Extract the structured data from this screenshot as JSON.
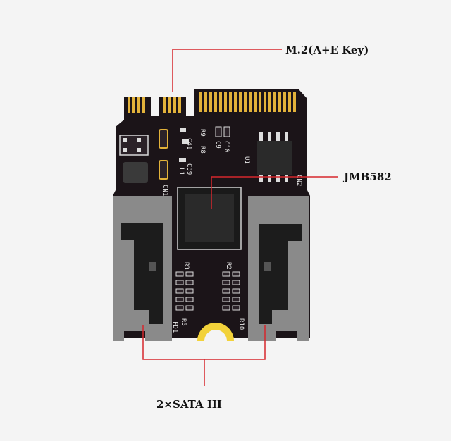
{
  "callouts": {
    "connector_label": "M.2(A+E Key)",
    "controller_label": "JMB582",
    "ports_label": "2×SATA III"
  },
  "silkscreen": {
    "u1": "U1",
    "r9": "R9",
    "r8": "R8",
    "c41": "C41",
    "c10": "C10",
    "c9": "C9",
    "c39": "C39",
    "l1": "L1",
    "cn1": "CN1",
    "cn2": "CN2",
    "r3": "R3",
    "r2": "R2",
    "r5": "R5",
    "r10": "R10",
    "fd1": "FD1"
  },
  "colors": {
    "background": "#f4f4f4",
    "pcb": "#1b1418",
    "gold": "#e2b23a",
    "connector": "#8a8a8a",
    "callout_line": "#d6262c"
  }
}
